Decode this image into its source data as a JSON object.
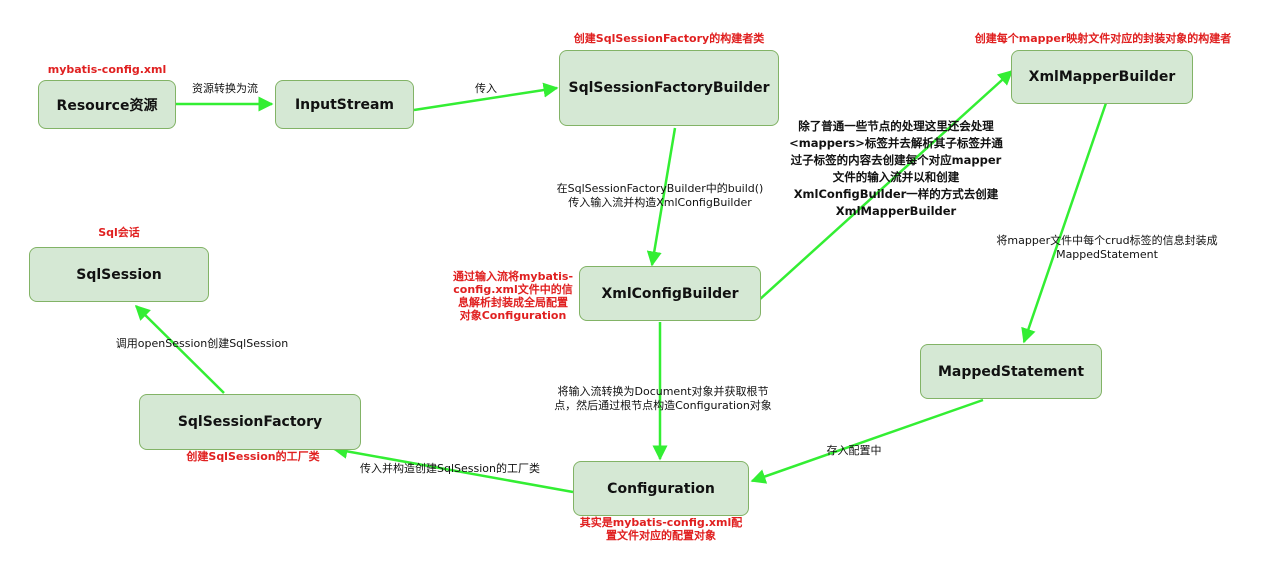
{
  "nodes": {
    "resource": "Resource资源",
    "inputstream": "InputStream",
    "ssfb": "SqlSessionFactoryBuilder",
    "xmlmapper": "XmlMapperBuilder",
    "xmlconfig": "XmlConfigBuilder",
    "mapped": "MappedStatement",
    "sqlsession": "SqlSession",
    "ssf": "SqlSessionFactory",
    "configuration": "Configuration"
  },
  "edge_labels": {
    "resource_to_stream": "资源转换为流",
    "stream_to_ssfb": "传入",
    "ssfb_to_xmlconfig": "在SqlSessionFactoryBuilder中的build()\n传入输入流并构造XmlConfigBuilder",
    "xmlconfig_to_mapper": "除了普通一些节点的处理这里还会处理\n<mappers>标签并去解析其子标签并通\n过子标签的内容去创建每个对应mapper\n文件的输入流并以和创建\nXmlConfigBuilder一样的方式去创建\nXmlMapperBuilder",
    "mapper_to_mapped": "将mapper文件中每个crud标签的信息封装成\nMappedStatement",
    "xmlconfig_to_configuration": "将输入流转换为Document对象并获取根节\n点，然后通过根节点构造Configuration对象",
    "mapped_to_configuration": "存入配置中",
    "configuration_to_ssf": "传入并构造创建SqlSession的工厂类",
    "ssf_to_sqlsession": "调用openSession创建SqlSession"
  },
  "annotations": {
    "mybatis_config": "mybatis-config.xml",
    "ssfb_desc": "创建SqlSessionFactory的构建者类",
    "mapper_desc": "创建每个mapper映射文件对应的封装对象的构建者",
    "xmlconfig_desc": "通过输入流将mybatis-\nconfig.xml文件中的信\n息解析封装成全局配置\n对象Configuration",
    "sql_session_desc": "Sql会话",
    "ssf_desc": "创建SqlSession的工厂类",
    "configuration_desc": "其实是mybatis-config.xml配\n置文件对应的配置对象"
  },
  "colors": {
    "node_fill": "#d5e8d4",
    "node_border": "#82b366",
    "arrow": "#33ee33",
    "annotation": "#e02020"
  }
}
